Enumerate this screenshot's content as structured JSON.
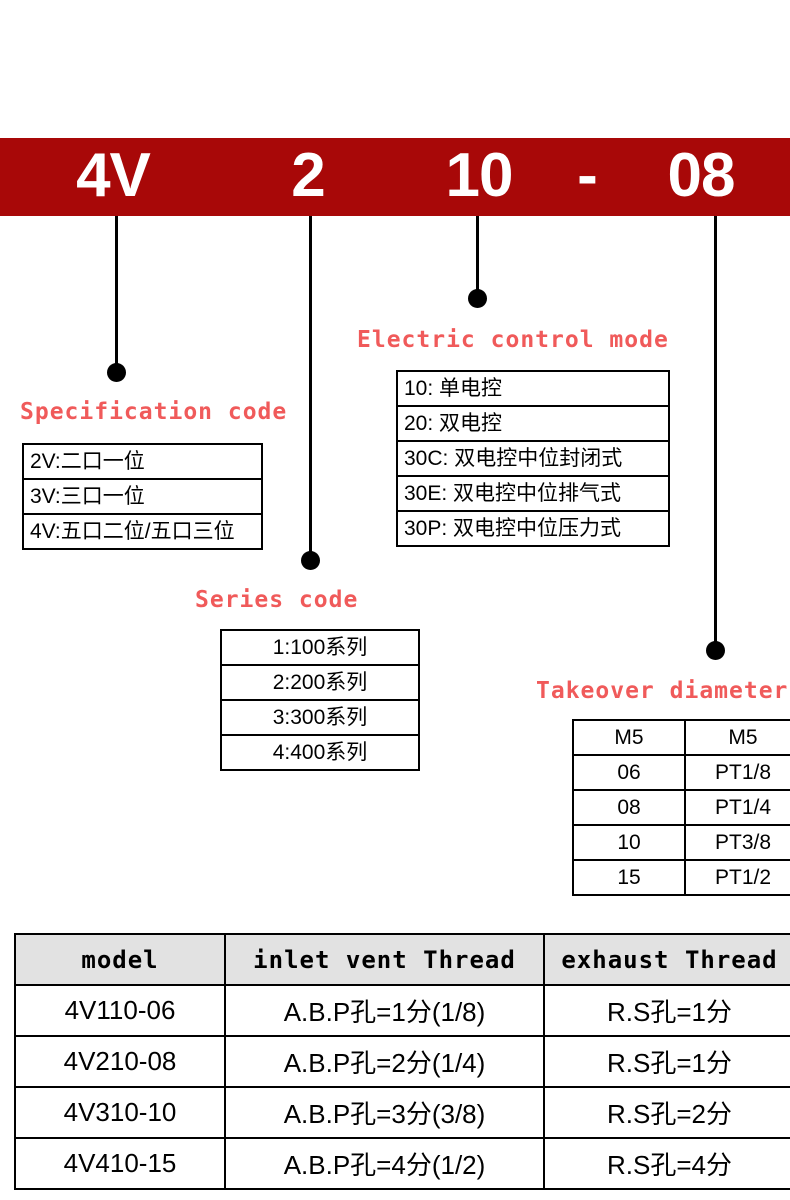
{
  "banner": {
    "segments": [
      {
        "name": "specification",
        "text": "4V"
      },
      {
        "name": "series",
        "text": "2"
      },
      {
        "name": "control-mode",
        "text": "10"
      },
      {
        "name": "separator",
        "text": "-"
      },
      {
        "name": "diameter",
        "text": "08"
      }
    ],
    "background_color": "#a80808",
    "text_color": "#ffffff"
  },
  "label_color": "#f05a5a",
  "sections": {
    "specification": {
      "label": "Specification code",
      "rows": [
        "2V:二口一位",
        "3V:三口一位",
        "4V:五口二位/五口三位"
      ]
    },
    "series": {
      "label": "Series code",
      "rows": [
        "1:100系列",
        "2:200系列",
        "3:300系列",
        "4:400系列"
      ]
    },
    "control_mode": {
      "label": "Electric control mode",
      "rows": [
        "10: 单电控",
        "20: 双电控",
        "30C: 双电控中位封闭式",
        "30E: 双电控中位排气式",
        "30P: 双电控中位压力式"
      ]
    },
    "takeover": {
      "label": "Takeover diameter",
      "rows": [
        {
          "code": "M5",
          "thread": "M5"
        },
        {
          "code": "06",
          "thread": "PT1/8"
        },
        {
          "code": "08",
          "thread": "PT1/4"
        },
        {
          "code": "10",
          "thread": "PT3/8"
        },
        {
          "code": "15",
          "thread": "PT1/2"
        }
      ]
    }
  },
  "spec_table": {
    "headers": [
      "model",
      "inlet vent Thread",
      "exhaust Thread"
    ],
    "header_background": "#e2e2e2",
    "rows": [
      {
        "model": "4V110-06",
        "inlet": "A.B.P孔=1分(1/8)",
        "exhaust": "R.S孔=1分"
      },
      {
        "model": "4V210-08",
        "inlet": "A.B.P孔=2分(1/4)",
        "exhaust": "R.S孔=1分"
      },
      {
        "model": "4V310-10",
        "inlet": "A.B.P孔=3分(3/8)",
        "exhaust": "R.S孔=2分"
      },
      {
        "model": "4V410-15",
        "inlet": "A.B.P孔=4分(1/2)",
        "exhaust": "R.S孔=4分"
      }
    ]
  }
}
